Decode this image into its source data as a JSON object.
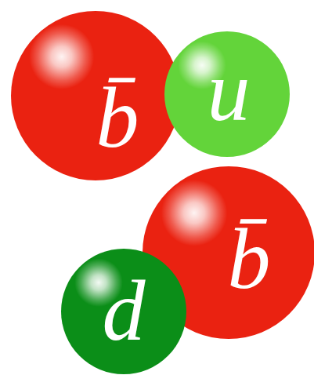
{
  "diagram": {
    "nodes": [
      {
        "text": [
          "b̄"
        ]
      },
      {
        "text": [
          "u"
        ]
      },
      {
        "text": [
          "b̄"
        ]
      },
      {
        "text": [
          "d"
        ]
      }
    ]
  }
}
